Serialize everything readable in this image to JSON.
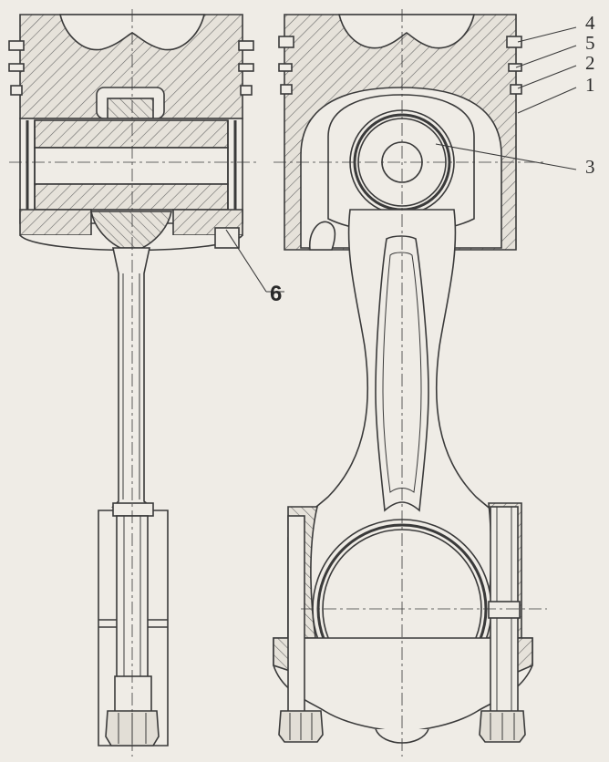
{
  "labels": {
    "l1": "1",
    "l2": "2",
    "l3": "3",
    "l4": "4",
    "l5": "5",
    "l6": "6"
  },
  "colors": {
    "line": "#3a3a3a",
    "hatch": "#6a6a6a",
    "paper": "#efece6",
    "fill_light": "#e2ded6"
  }
}
